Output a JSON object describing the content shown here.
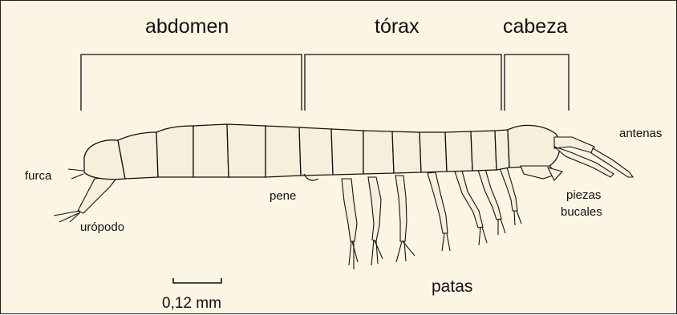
{
  "labels": {
    "abdomen": "abdomen",
    "torax": "tórax",
    "cabeza": "cabeza",
    "antenas": "antenas",
    "furca": "furca",
    "uropodo": "urópodo",
    "pene": "pene",
    "piezas_1": "piezas",
    "piezas_2": "bucales",
    "patas": "patas",
    "scale": "0,12 mm"
  },
  "colors": {
    "background": "#fdf5e4",
    "ink": "#111111",
    "body_fill": "#f6efdc"
  }
}
